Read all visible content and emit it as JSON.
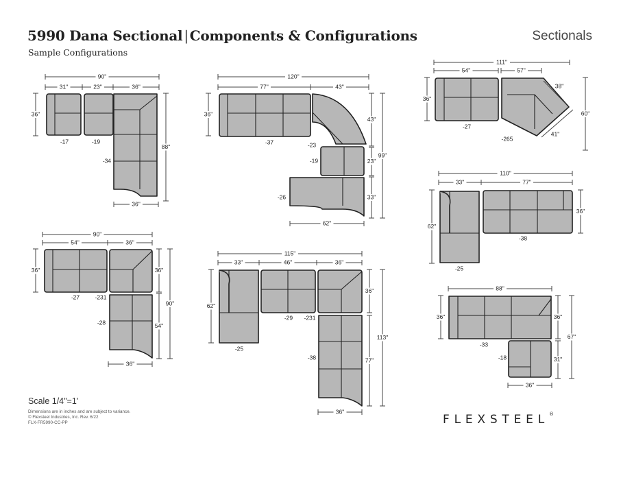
{
  "header": {
    "title_main": "5990 Dana Sectional",
    "title_sep": "|",
    "title_rest": "Components & Configurations",
    "subtitle": "Sample Configurations",
    "category": "Sectionals"
  },
  "footer": {
    "scale": "Scale 1/4\"=1'",
    "disclaimer": "Dimensions are in inches and are subject to variance.",
    "copyright": "© Flexsteel Industries, Inc. Rev. 6/22",
    "code": "FLX-FR5990-CC-PP",
    "brand": "FLEXSTEEL",
    "brand_mark": "®"
  },
  "colors": {
    "fill": "#b7b7b7",
    "outline": "#222222",
    "dimension_line": "#444444"
  },
  "configs": [
    {
      "name": "config-1",
      "dimensions": [
        "90\"",
        "31\"",
        "23\"",
        "36\"",
        "36\"",
        "88\"",
        "36\""
      ],
      "modules": [
        "-17",
        "-19",
        "-34"
      ]
    },
    {
      "name": "config-2",
      "dimensions": [
        "120\"",
        "77\"",
        "43\"",
        "36\"",
        "43\"",
        "99\"",
        "23\"",
        "33\"",
        "62\""
      ],
      "modules": [
        "-37",
        "-23",
        "-19",
        "-26"
      ]
    },
    {
      "name": "config-3",
      "dimensions": [
        "111\"",
        "54\"",
        "57\"",
        "38\"",
        "36\"",
        "60\"",
        "41\""
      ],
      "modules": [
        "-27",
        "-265"
      ]
    },
    {
      "name": "config-4",
      "dimensions": [
        "110\"",
        "33\"",
        "77\"",
        "36\"",
        "62\""
      ],
      "modules": [
        "-38",
        "-25"
      ]
    },
    {
      "name": "config-5",
      "dimensions": [
        "90\"",
        "54\"",
        "36\"",
        "36\"",
        "36\"",
        "90\"",
        "54\"",
        "36\""
      ],
      "modules": [
        "-27",
        "-231",
        "-28"
      ]
    },
    {
      "name": "config-6",
      "dimensions": [
        "115\"",
        "33\"",
        "46\"",
        "36\"",
        "62\"",
        "36\"",
        "113\"",
        "77\"",
        "36\""
      ],
      "modules": [
        "-25",
        "-29",
        "-231",
        "-38"
      ]
    },
    {
      "name": "config-7",
      "dimensions": [
        "88\"",
        "36\"",
        "36\"",
        "67\"",
        "31\"",
        "36\""
      ],
      "modules": [
        "-33",
        "-18"
      ]
    }
  ]
}
